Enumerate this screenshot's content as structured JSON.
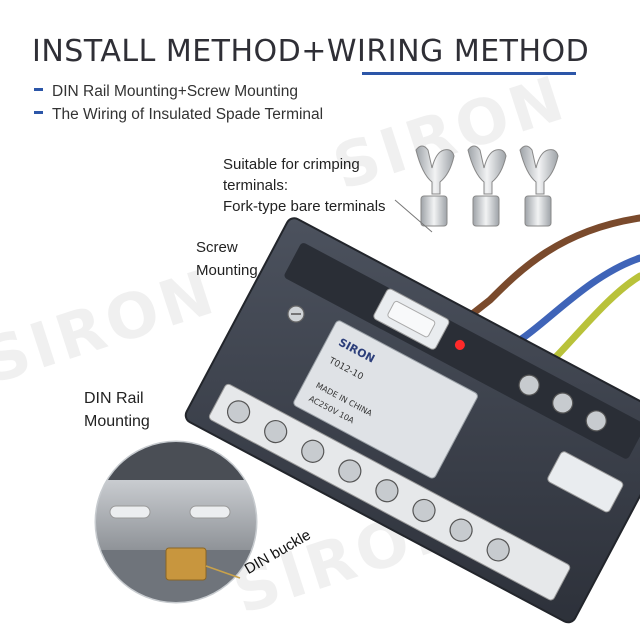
{
  "header": {
    "title": "INSTALL METHOD+WIRING METHOD",
    "bullets": [
      "DIN Rail Mounting+Screw Mounting",
      "The Wiring of Insulated Spade Terminal"
    ]
  },
  "callouts": {
    "crimp_line1": "Suitable for crimping",
    "crimp_line2": "terminals:",
    "crimp_line3": "Fork-type bare terminals",
    "screw_line1": "Screw",
    "screw_line2": "Mounting",
    "din_line1": "DIN Rail",
    "din_line2": "Mounting",
    "buckle": "DIN buckle"
  },
  "device": {
    "brand": "SIRON",
    "label_model": "T012-10",
    "label_made": "MADE IN CHINA",
    "label_rating": "AC250V 10A"
  },
  "watermark": "SIRON",
  "colors": {
    "accent_blue": "#2c56a8",
    "wire_brown": "#7a4a2c",
    "wire_blue": "#3f64b8",
    "wire_yellow_green": "#b9c23a",
    "housing": "#3a3f4a",
    "led_red": "#ff2a2a"
  }
}
